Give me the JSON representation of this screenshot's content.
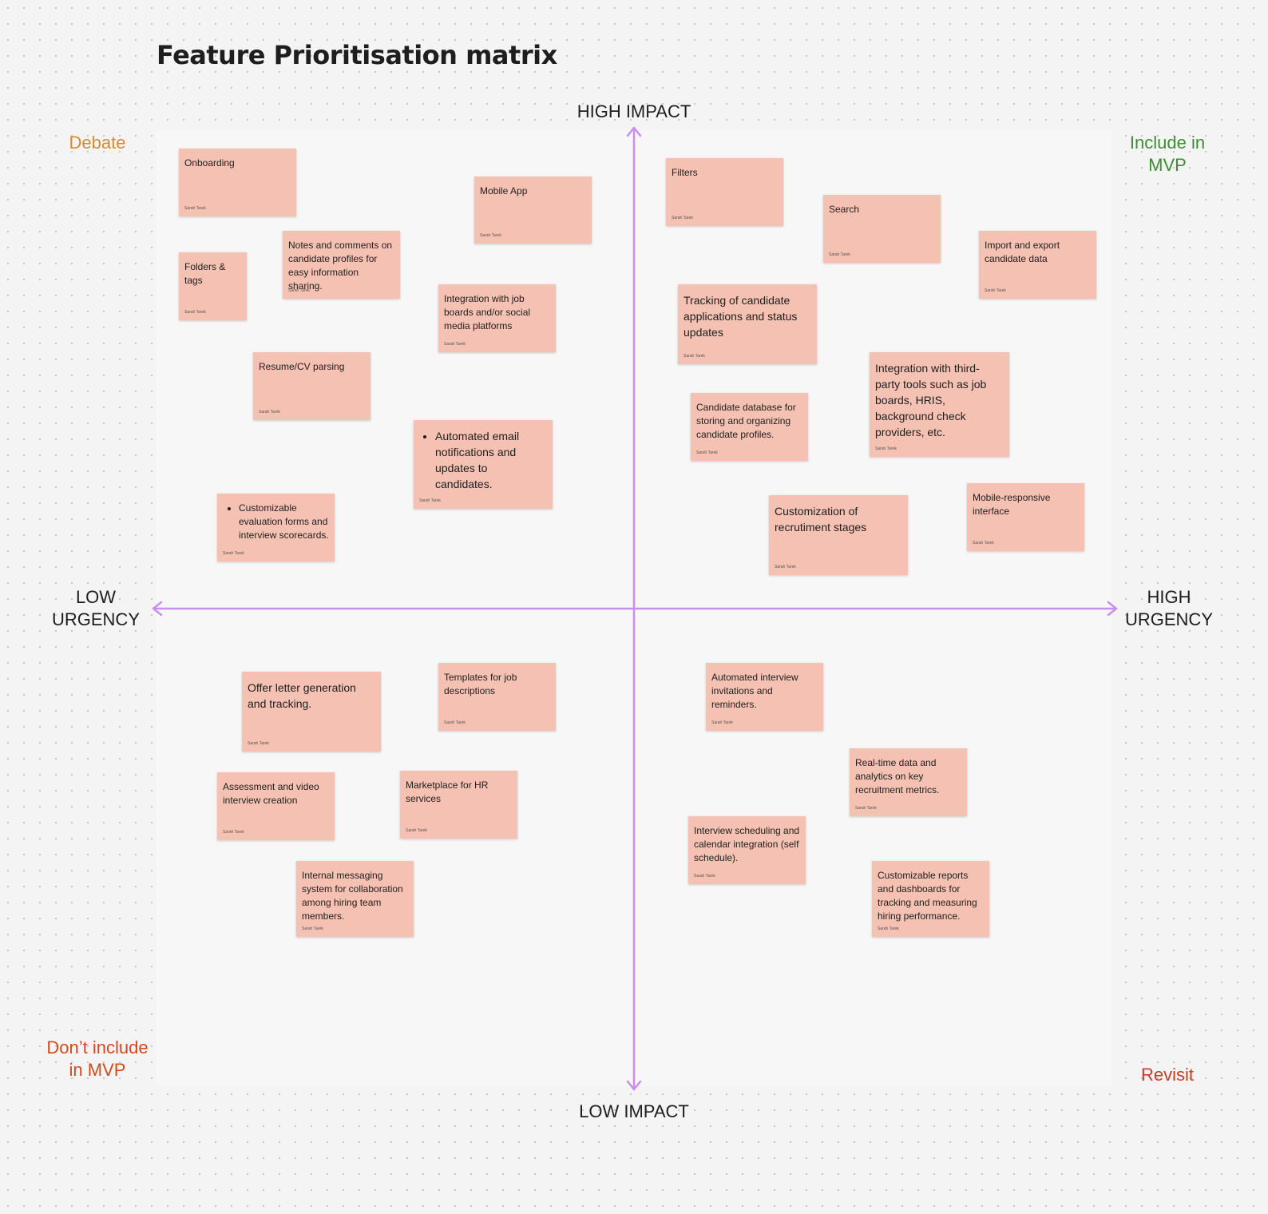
{
  "title": "Feature Prioritisation matrix",
  "axes": {
    "top": "HIGH IMPACT",
    "bottom": "LOW IMPACT",
    "left": "LOW\nURGENCY",
    "right": "HIGH\nURGENCY",
    "color": "#c98ff0"
  },
  "quadrants": {
    "debate": {
      "label": "Debate",
      "color": "#d9892e"
    },
    "include": {
      "label": "Include in\nMVP",
      "color": "#3b8f2f"
    },
    "dont": {
      "label": "Don’t include\nin MVP",
      "color": "#d24a1e"
    },
    "revisit": {
      "label": "Revisit",
      "color": "#c93c1f"
    }
  },
  "note_color": "#f5c1b2",
  "notes": [
    {
      "text": "Onboarding",
      "author": "Sarah Tarek"
    },
    {
      "text": "Mobile App",
      "author": "Sarah Tarek"
    },
    {
      "text": "Notes and comments on\ncandidate profiles for\neasy information sharing.",
      "author": "Sarah Tarek"
    },
    {
      "text": "Folders &\ntags",
      "author": "Sarah Tarek"
    },
    {
      "text": "Integration with job\nboards and/or social\nmedia platforms",
      "author": "Sarah Tarek"
    },
    {
      "text": "Resume/CV parsing",
      "author": "Sarah Tarek"
    },
    {
      "text": "Automated email\nnotifications and\nupdates to\ncandidates.",
      "author": "Sarah Tarek"
    },
    {
      "text": "Customizable\nevaluation forms and\ninterview scorecards.",
      "author": "Sarah Tarek"
    },
    {
      "text": "Filters",
      "author": "Sarah Tarek"
    },
    {
      "text": "Search",
      "author": "Sarah Tarek"
    },
    {
      "text": "Import and export\ncandidate data",
      "author": "Sarah Tarek"
    },
    {
      "text": "Tracking of candidate\napplications and status\nupdates",
      "author": "Sarah Tarek"
    },
    {
      "text": "Integration with third-\nparty tools such as job\nboards, HRIS,\nbackground check\nproviders, etc.",
      "author": "Sarah Tarek"
    },
    {
      "text": "Candidate database for\nstoring and organizing\ncandidate profiles.",
      "author": "Sarah Tarek"
    },
    {
      "text": "Mobile-responsive\ninterface",
      "author": "Sarah Tarek"
    },
    {
      "text": "Customization of\nrecrutiment stages",
      "author": "Sarah Tarek"
    },
    {
      "text": "Offer letter generation\nand tracking.",
      "author": "Sarah Tarek"
    },
    {
      "text": "Templates for job\ndescriptions",
      "author": "Sarah Tarek"
    },
    {
      "text": "Assessment and video\ninterview creation",
      "author": "Sarah Tarek"
    },
    {
      "text": "Marketplace for HR\nservices",
      "author": "Sarah Tarek"
    },
    {
      "text": "Internal messaging\nsystem for collaboration\namong hiring team\nmembers.",
      "author": "Sarah Tarek"
    },
    {
      "text": "Automated interview\ninvitations and\nreminders.",
      "author": "Sarah Tarek"
    },
    {
      "text": "Real-time data and\nanalytics on key\nrecruitment metrics.",
      "author": "Sarah Tarek"
    },
    {
      "text": "Interview scheduling and\ncalendar integration (self\nschedule).",
      "author": "Sarah Tarek"
    },
    {
      "text": "Customizable reports\nand dashboards for\ntracking and measuring\nhiring performance.",
      "author": "Sarah Tarek"
    }
  ]
}
